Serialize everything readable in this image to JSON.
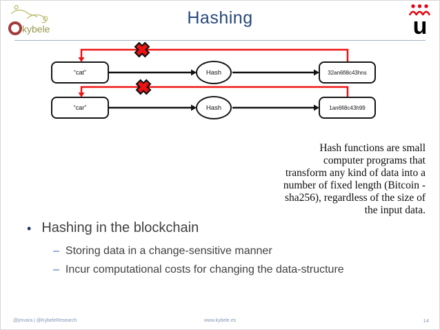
{
  "header": {
    "title": "Hashing",
    "kybele_logo": {
      "text": "kybele"
    },
    "urjc_logo": {
      "letter": "u"
    }
  },
  "diagram": {
    "rows": [
      {
        "input": "“cat”",
        "process": "Hash",
        "output": "32an6fi8c43hns"
      },
      {
        "input": "“car”",
        "process": "Hash",
        "output": "1an6fi8c43h99"
      }
    ]
  },
  "annotation": {
    "lines": [
      "Hash functions are small",
      "computer programs that",
      "transform any kind of data into a",
      "number of fixed length (Bitcoin -",
      "sha256), regardless of the size of",
      "the input data."
    ]
  },
  "bullets": {
    "marker": "•",
    "dash": "–",
    "main": "Hashing in the blockchain",
    "sub": [
      "Storing data in a change-sensitive manner",
      "Incur computational costs for changing the data-structure"
    ]
  },
  "footer": {
    "left": "@jmvara | @KybeleResearch",
    "center": "www.kybele.es",
    "page": "14"
  },
  "colors": {
    "title_blue": "#26477d",
    "accent_red": "#ee1212",
    "dash_blue": "#3a68b0",
    "footer_blue": "#8096b8",
    "crown_red": "#e20613",
    "kybele_olive": "#98984e"
  }
}
